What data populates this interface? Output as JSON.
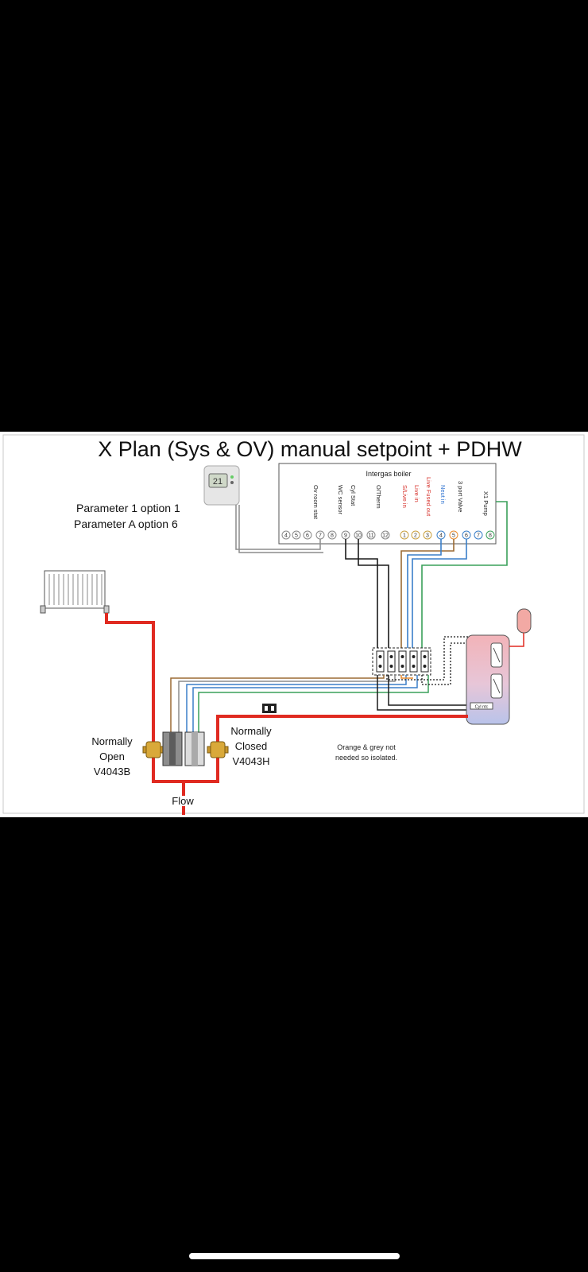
{
  "diagram": {
    "title": "X Plan  (Sys & OV) manual setpoint + PDHW",
    "parameter_1": "Parameter 1 option 1",
    "parameter_2": "Parameter A  option 6",
    "boiler_title": "Intergas boiler",
    "thermostat_display": "21",
    "terminal_labels": [
      "Ov room stat",
      "WC sensor",
      "Cyl Stat",
      "O/Therm",
      "S/Live in",
      "Live in",
      "Live Fused out",
      "Neut in",
      "3 port Valve",
      "X1 Pump"
    ],
    "left_terminals": [
      "4",
      "5",
      "6",
      "7",
      "8",
      "9",
      "10",
      "11",
      "12"
    ],
    "right_terminals": [
      "1",
      "2",
      "3",
      "4",
      "5",
      "6",
      "7",
      "8"
    ],
    "valve_left": {
      "line1": "Normally",
      "line2": "Open",
      "line3": "V4043B"
    },
    "valve_right": {
      "line1": "Normally",
      "line2": "Closed",
      "line3": "V4043H"
    },
    "note_line1": "Orange & grey not",
    "note_line2": "needed so isolated.",
    "cylinder_label": "Cyl ntc",
    "flow_label": "Flow"
  },
  "colors": {
    "pipe_red": "#e02a21",
    "wire_brown": "#9b6a33",
    "wire_blue": "#3a7fc9",
    "wire_green": "#3aa05a",
    "wire_orange": "#e88a2c",
    "wire_grey": "#8c8c8c",
    "wire_black": "#1a1a1a",
    "label_red": "#d6302a",
    "label_blue": "#2a6fcf"
  }
}
